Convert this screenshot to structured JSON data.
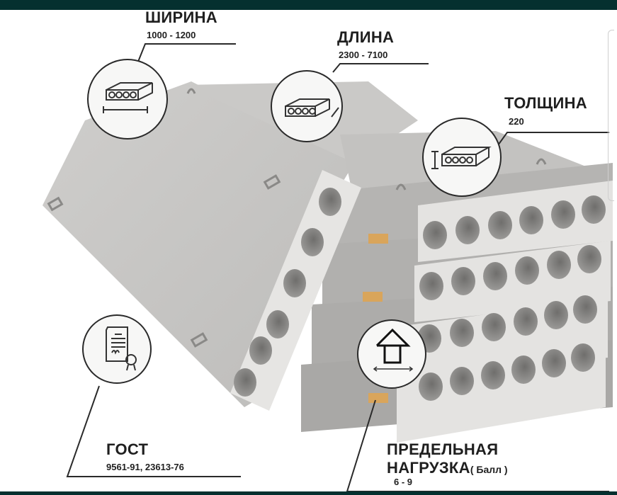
{
  "colors": {
    "frame": "#05302f",
    "concrete": "#d4d3d1",
    "concrete_shadow": "#a9a8a6",
    "hole": "#7c7b79",
    "wood": "#d9a55b",
    "label_text": "#1f1f1f",
    "callout_line": "#2a2a2a"
  },
  "callouts": {
    "width": {
      "title": "ШИРИНА",
      "value": "1000 - 1200",
      "icon": "slab-width-icon"
    },
    "length": {
      "title": "ДЛИНА",
      "value": "2300 - 7100",
      "icon": "slab-length-icon"
    },
    "thickness": {
      "title": "ТОЛЩИНА",
      "value": "220",
      "icon": "slab-thickness-icon"
    },
    "standard": {
      "title": "ГОСТ",
      "value": "9561-91, 23613-76",
      "icon": "certificate-icon"
    },
    "load": {
      "title_line1": "ПРЕДЕЛЬНАЯ",
      "title_line2": "НАГРУЗКА",
      "unit": "( Балл )",
      "value": "6 - 9",
      "icon": "house-load-icon"
    }
  },
  "product": {
    "name": "hollow-core concrete slabs",
    "holes_per_slab": 6,
    "stacked_slabs": 4
  }
}
